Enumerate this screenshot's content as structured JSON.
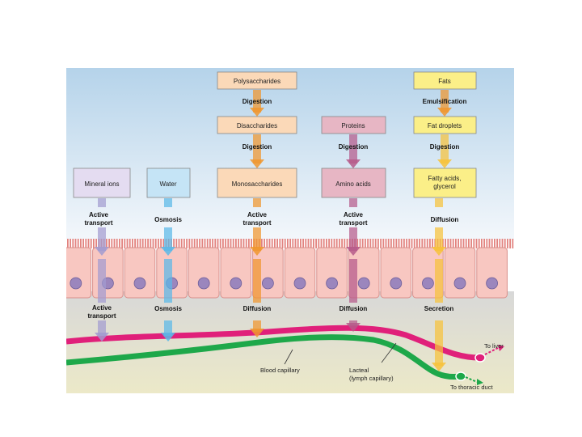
{
  "boxes": {
    "polysaccharides": "Polysaccharides",
    "fats": "Fats",
    "disaccharides": "Disaccharides",
    "proteins": "Proteins",
    "fat_droplets": "Fat droplets",
    "mineral_ions": "Mineral ions",
    "water": "Water",
    "monosaccharides": "Monosaccharides",
    "amino_acids": "Amino acids",
    "fatty_acids_l1": "Fatty acids,",
    "fatty_acids_l2": "glycerol"
  },
  "processes": {
    "digestion": "Digestion",
    "emulsification": "Emulsification",
    "active": "Active",
    "transport": "transport",
    "osmosis": "Osmosis",
    "diffusion": "Diffusion",
    "secretion": "Secretion"
  },
  "labels": {
    "blood_capillary": "Blood capillary",
    "lacteal_l1": "Lacteal",
    "lacteal_l2": "(lymph capillary)",
    "to_liver": "To liver",
    "to_thoracic_duct": "To thoracic duct"
  },
  "colors": {
    "mineral": "#a29bd0",
    "water": "#5ab8e8",
    "carb": "#f0962e",
    "protein": "#b65a8a",
    "fat": "#f7c23a",
    "blood": "#e0207a",
    "lymph": "#1ea84a"
  }
}
